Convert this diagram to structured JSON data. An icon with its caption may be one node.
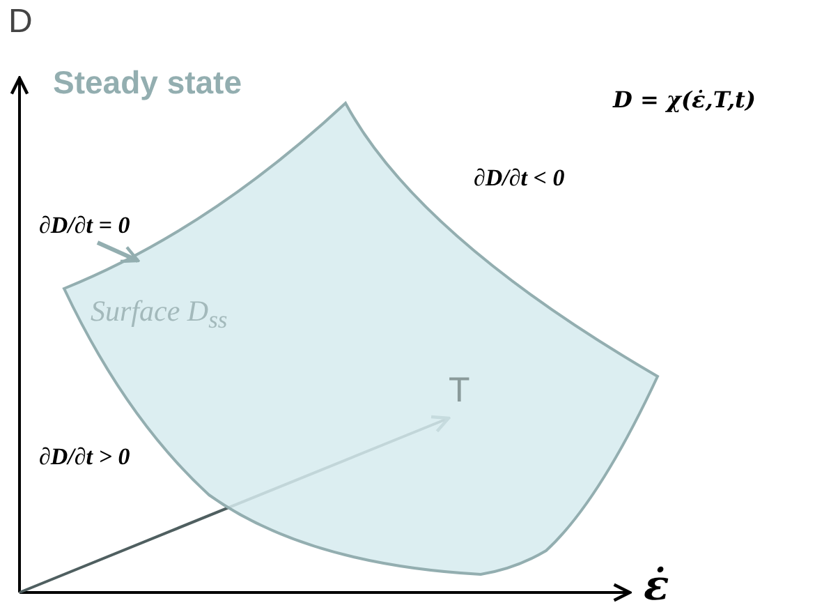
{
  "diagram": {
    "title": "Steady state",
    "nodes": [
      {
        "text": [
          "Surface D$_{ss}$"
        ]
      },
      {
        "text": [
          "∂D/∂t = 0"
        ]
      }
    ],
    "edges": [
      {
        "from": 1,
        "to": 0,
        "arrow": "to"
      }
    ],
    "labels": [
      "D",
      "D = χ(ε̇,T,t)",
      "∂D/∂t < 0",
      "T",
      "∂D/∂t > 0",
      "ε̇"
    ]
  }
}
